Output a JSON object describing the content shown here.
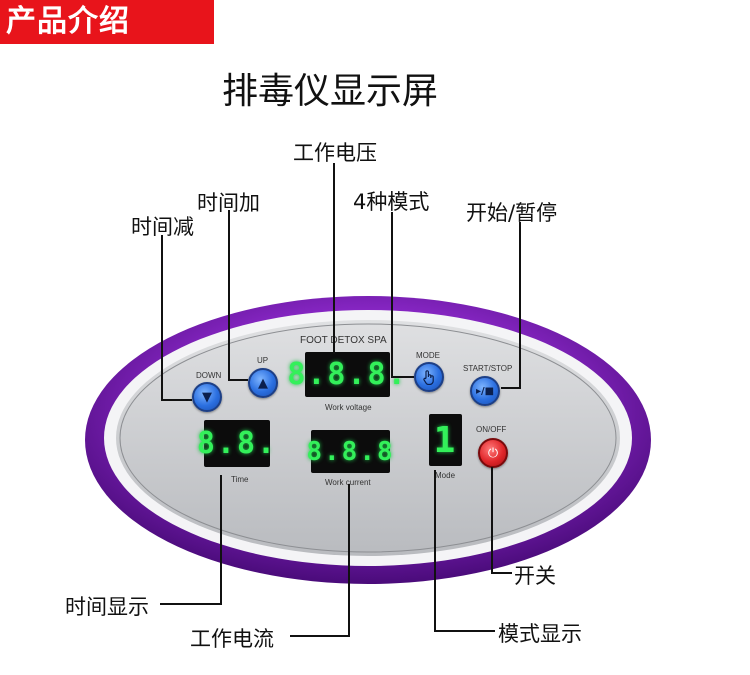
{
  "header": {
    "tag": "产品介绍",
    "title": "排毒仪显示屏"
  },
  "callouts": {
    "voltage": "工作电压",
    "time_up": "时间加",
    "time_down": "时间减",
    "modes": "4种模式",
    "start_pause": "开始/暂停",
    "power": "开关",
    "time_display": "时间显示",
    "current": "工作电流",
    "mode_display": "模式显示"
  },
  "panel": {
    "brand": "FOOT DETOX SPA",
    "down_label": "DOWN",
    "up_label": "UP",
    "mode_label": "MODE",
    "startstop_label": "START/STOP",
    "onoff_label": "ON/OFF",
    "voltage_label": "Work voltage",
    "current_label": "Work current",
    "time_label": "Time",
    "mode_caption": "Mode",
    "voltage_display": "8.8.8.",
    "current_display": "8.8.8",
    "time_display": "8.8.",
    "mode_display": "1"
  },
  "colors": {
    "tag_bg": "#e8141b",
    "rim": "#8b28c9",
    "face": "#c9cbce",
    "led": "#33f05a",
    "button": "#2b6fe0",
    "power": "#e0262a"
  },
  "icons": {
    "down": "triangle-down-icon",
    "up": "triangle-up-icon",
    "mode": "hand-icon",
    "startstop": "play-pause-icon",
    "power": "power-icon"
  }
}
